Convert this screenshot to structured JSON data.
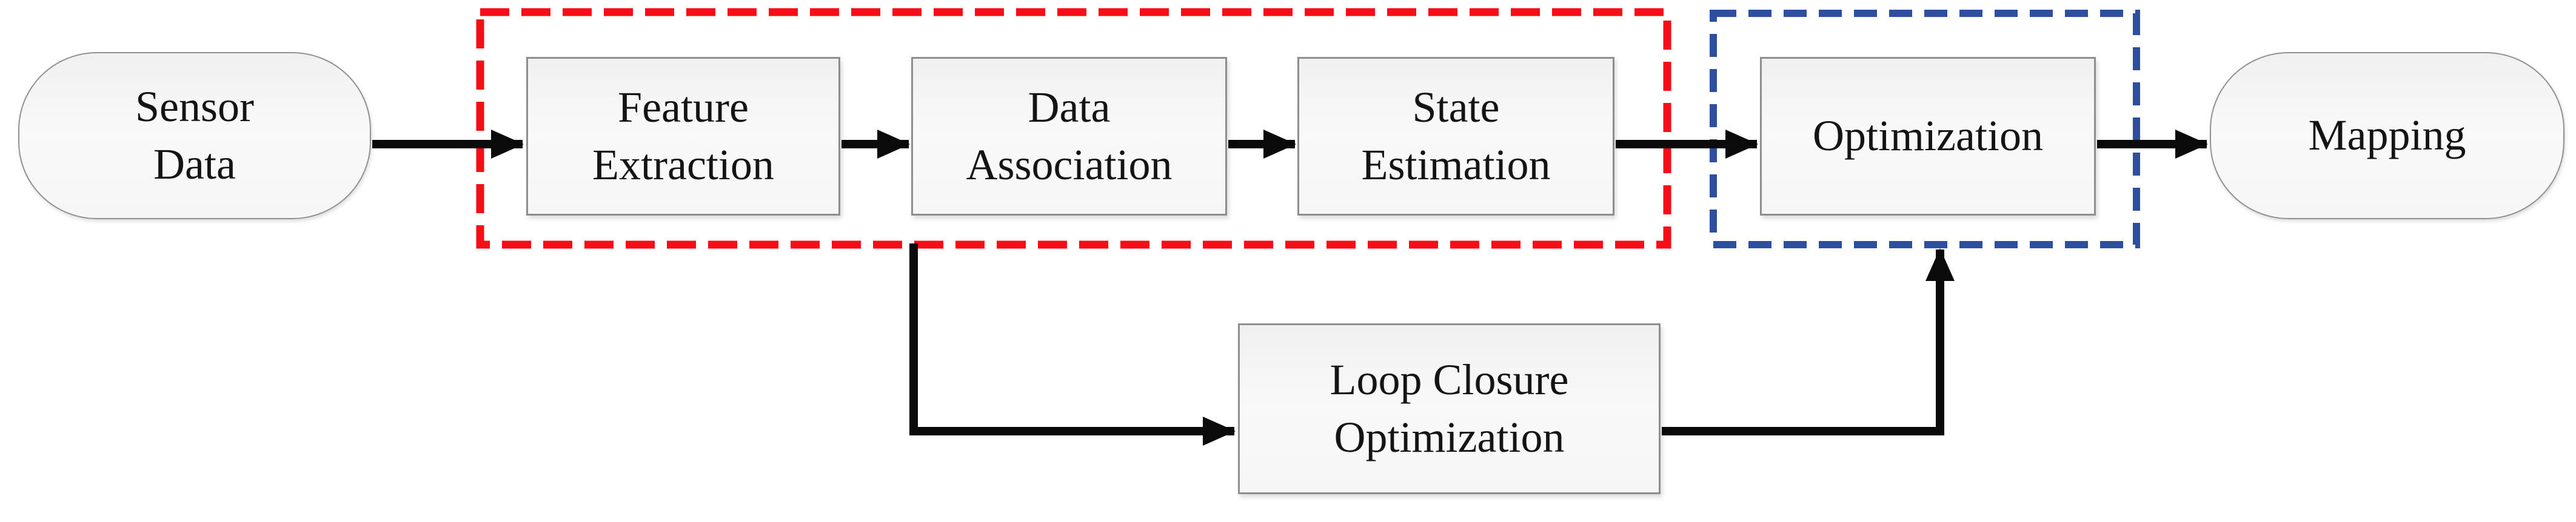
{
  "nodes": {
    "sensor_data": {
      "lines": [
        "Sensor",
        "Data"
      ]
    },
    "feature_extraction": {
      "lines": [
        "Feature",
        "Extraction"
      ]
    },
    "data_association": {
      "lines": [
        "Data",
        "Association"
      ]
    },
    "state_estimation": {
      "lines": [
        "State",
        "Estimation"
      ]
    },
    "optimization": {
      "lines": [
        "Optimization"
      ]
    },
    "mapping": {
      "lines": [
        "Mapping"
      ]
    },
    "loop_closure_optimization": {
      "lines": [
        "Loop Closure",
        "Optimization"
      ]
    }
  },
  "groups": {
    "red_dashed_group": {
      "members": [
        "feature_extraction",
        "data_association",
        "state_estimation"
      ]
    },
    "blue_dashed_group": {
      "members": [
        "optimization"
      ]
    }
  },
  "edges": [
    {
      "from": "sensor_data",
      "to": "feature_extraction"
    },
    {
      "from": "feature_extraction",
      "to": "data_association"
    },
    {
      "from": "data_association",
      "to": "state_estimation"
    },
    {
      "from": "state_estimation",
      "to": "optimization"
    },
    {
      "from": "optimization",
      "to": "mapping"
    },
    {
      "from": "red_dashed_group",
      "to": "loop_closure_optimization"
    },
    {
      "from": "loop_closure_optimization",
      "to": "blue_dashed_group"
    }
  ],
  "colors": {
    "red_group_outline": "#f60d15",
    "blue_group_outline": "#2e4f9e",
    "connector": "#0a0a0a",
    "node_border": "#8e8e8e",
    "node_fill": "#f5f5f5",
    "text": "#141414",
    "background": "#ffffff"
  }
}
